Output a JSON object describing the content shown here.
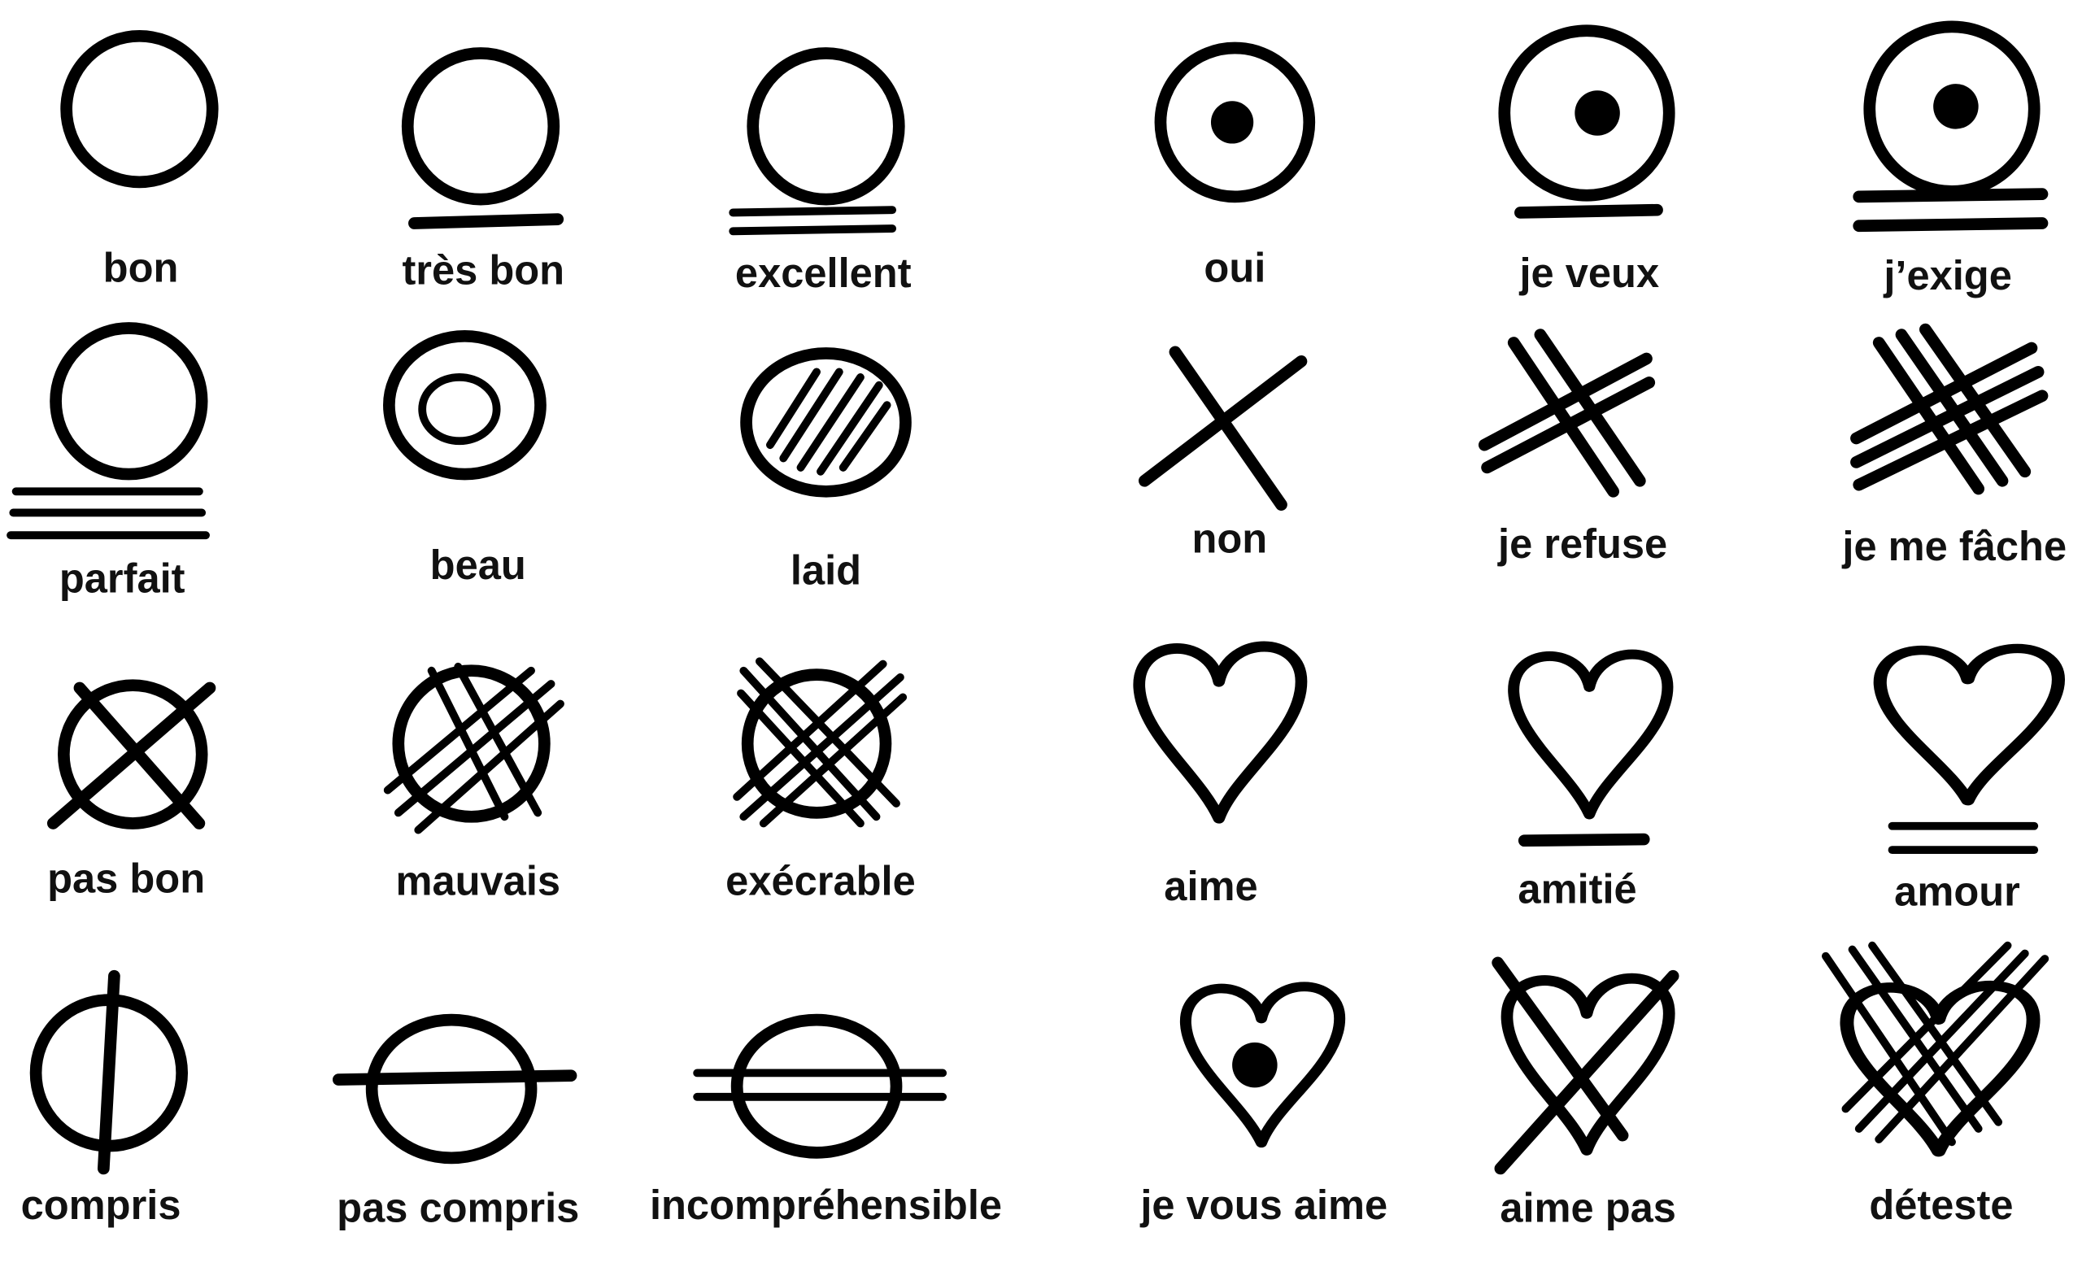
{
  "labels": {
    "bon": "bon",
    "tres_bon": "très bon",
    "excellent": "excellent",
    "oui": "oui",
    "je_veux": "je veux",
    "j_exige": "j’exige",
    "parfait": "parfait",
    "beau": "beau",
    "laid": "laid",
    "non": "non",
    "je_refuse": "je refuse",
    "je_me_fache": "je me fâche",
    "pas_bon": "pas bon",
    "mauvais": "mauvais",
    "execrable": "exécrable",
    "aime": "aime",
    "amitie": "amitié",
    "amour": "amour",
    "compris": "compris",
    "pas_compris": "pas compris",
    "incomprehensible": "incompréhensible",
    "je_vous_aime": "je vous aime",
    "aime_pas": "aime pas",
    "deteste": "déteste"
  },
  "colors": {
    "ink": "#000000",
    "background": "#ffffff"
  }
}
